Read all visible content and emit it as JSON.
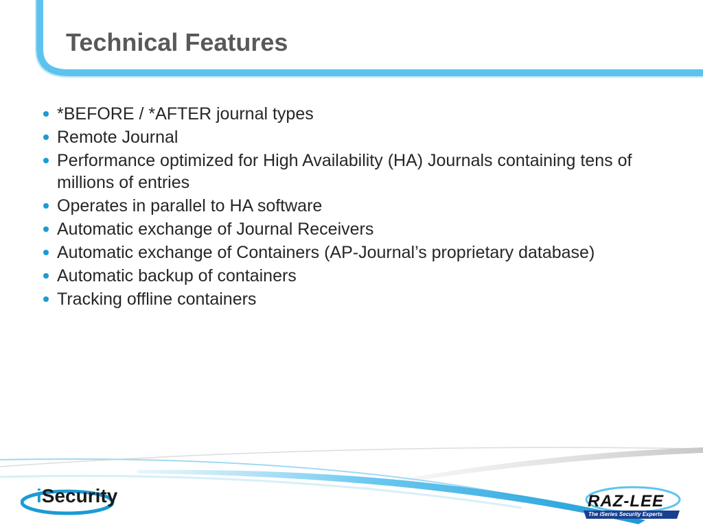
{
  "slide": {
    "title": "Technical Features",
    "bullets": [
      "*BEFORE / *AFTER journal types",
      "Remote Journal",
      "Performance optimized for High Availability (HA) Journals containing tens of millions of entries",
      "Operates in parallel to HA software",
      "Automatic exchange of Journal Receivers",
      "Automatic exchange of Containers (AP-Journal’s proprietary database)",
      "Automatic backup of containers",
      "Tracking offline containers"
    ]
  },
  "footer": {
    "isecurity_logo": {
      "letter_i": "i",
      "rest": "Security"
    },
    "razlee_logo": {
      "name": "RAZ-LEE",
      "tagline": "The iSeries Security Experts"
    }
  },
  "colors": {
    "accent_blue": "#1b9ad6",
    "light_blue": "#5cc3ef",
    "title_gray": "#58595b",
    "text_dark": "#262626"
  }
}
